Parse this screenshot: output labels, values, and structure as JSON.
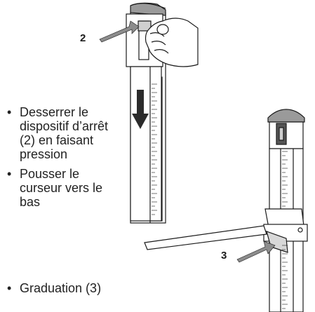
{
  "callouts": {
    "lock_number": "2",
    "scale_number": "3"
  },
  "instructions": [
    "Desserrer le dispositif d’arrêt (2) en faisant pression",
    "Pousser le curseur vers le bas",
    "Graduation (3)"
  ],
  "colors": {
    "line": "#1a1a1a",
    "device_fill": "#ffffff",
    "cap_fill": "#8a8a8a",
    "arrow_fill": "#8c8c8c",
    "direction_arrow": "#2b2b2b"
  }
}
